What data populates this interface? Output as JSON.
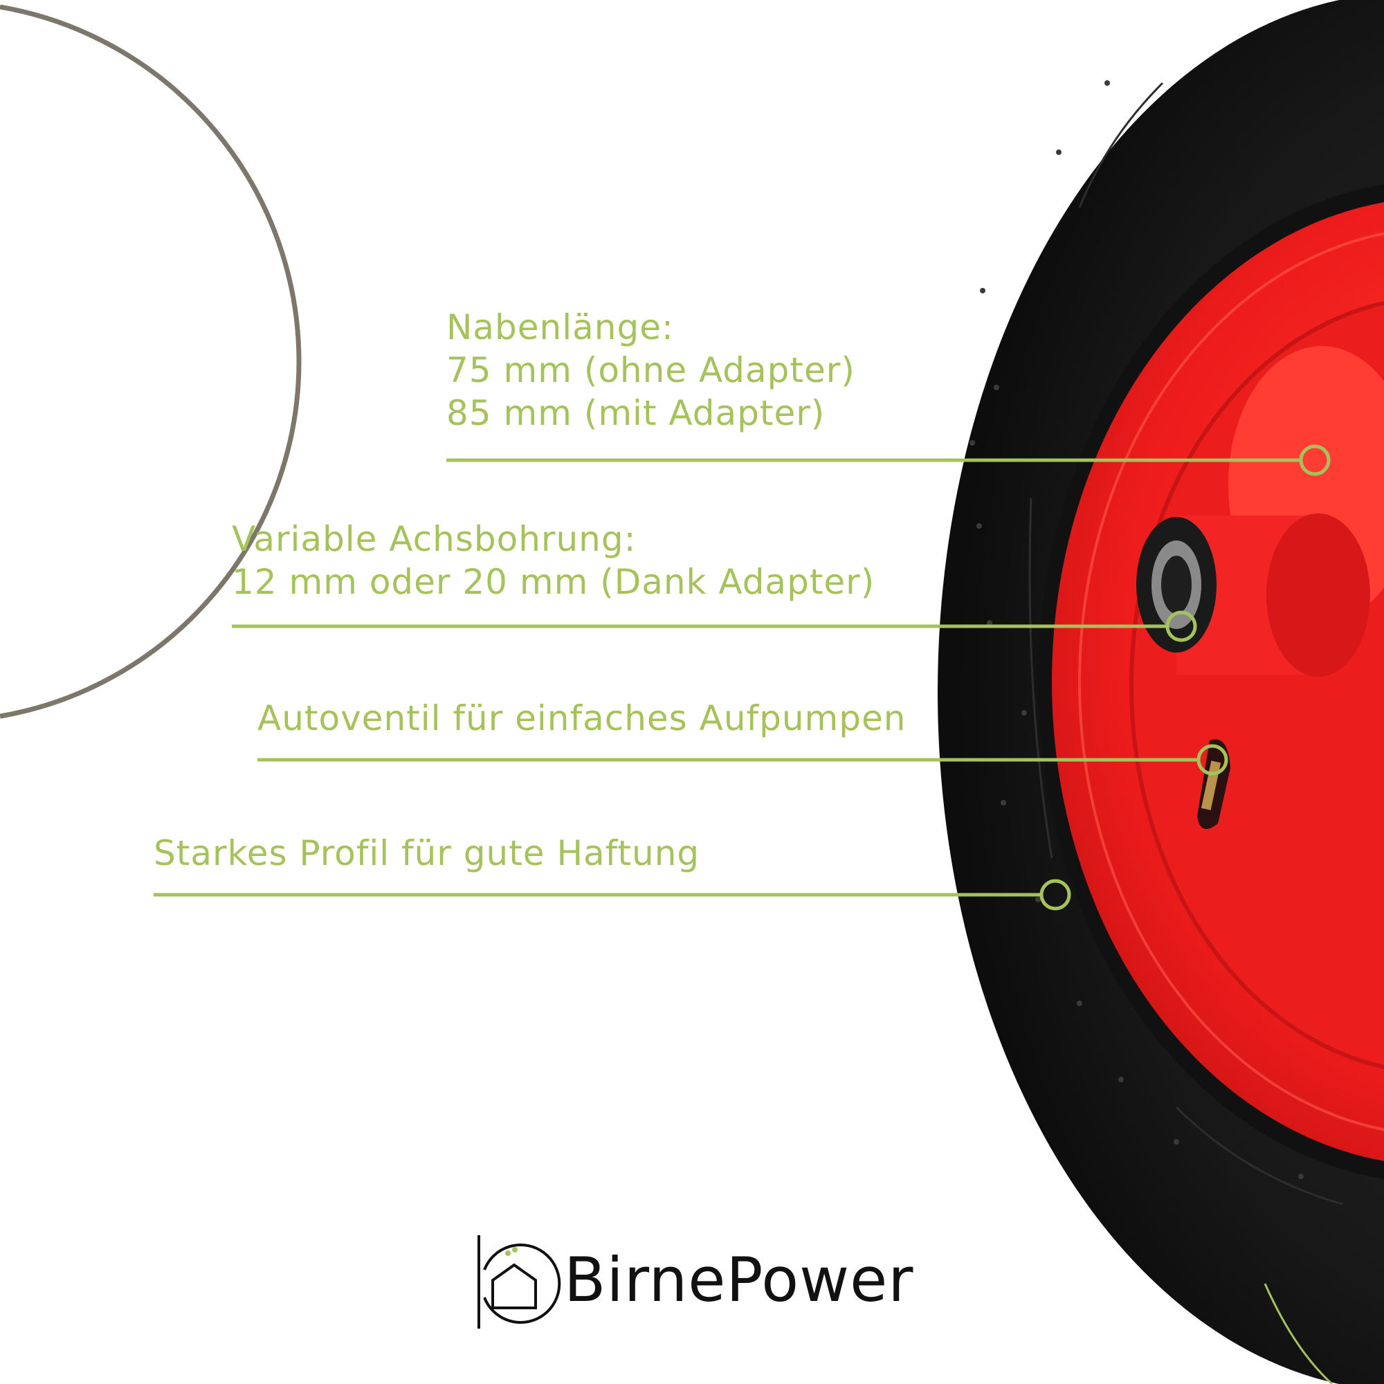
{
  "callouts": {
    "hub_length": {
      "title": "Nabenlänge:",
      "line1": "75 mm (ohne Adapter)",
      "line2": "85 mm (mit Adapter)"
    },
    "axle_bore": {
      "title": "Variable Achsbohrung:",
      "line1": "12 mm oder 20 mm (Dank Adapter)"
    },
    "valve": {
      "title": "Autoventil für einfaches Aufpumpen"
    },
    "tread": {
      "title": "Starkes Profil für gute Haftung"
    }
  },
  "brand": {
    "name": "BirnePower"
  },
  "colors": {
    "accent_green": "#a6c25a",
    "arc_grey": "#7d776b",
    "rim_red": "#f01e1e",
    "tire_black": "#151515",
    "brand_text": "#111111"
  }
}
